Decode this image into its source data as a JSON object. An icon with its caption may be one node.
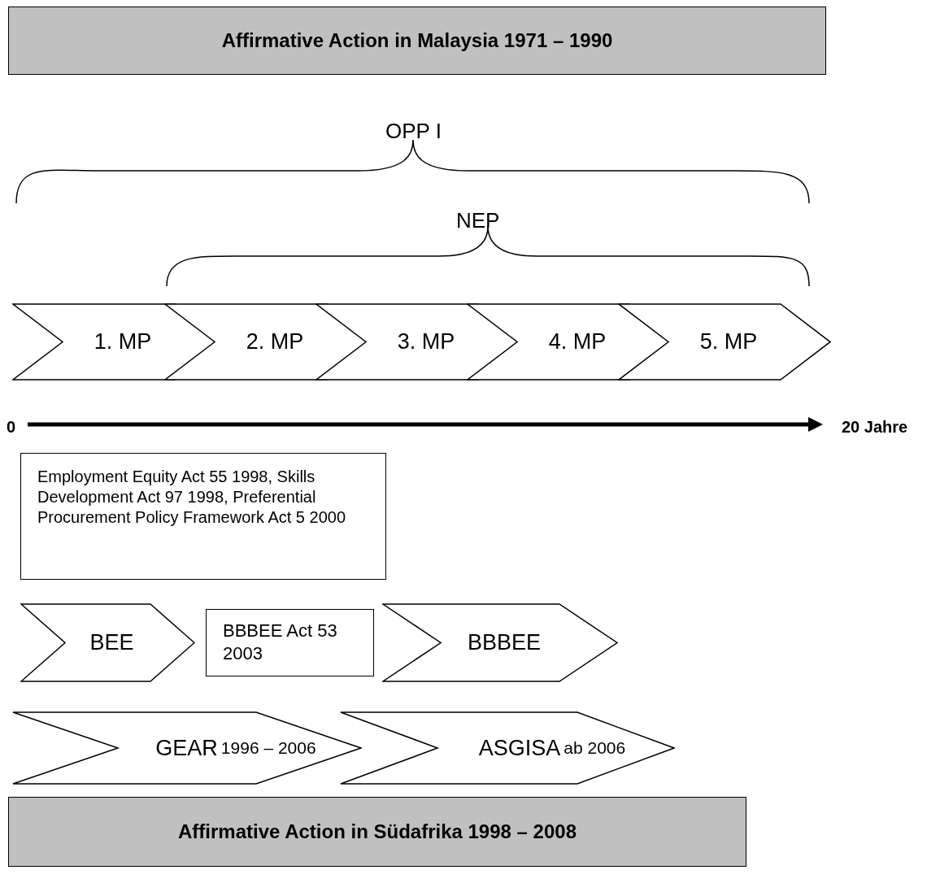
{
  "diagram": {
    "nodes": [
      {
        "text": [
          "Affirmative Action in Malaysia 1971 – 1990"
        ]
      },
      {
        "text": [
          "1. MP"
        ]
      },
      {
        "text": [
          "2. MP"
        ]
      },
      {
        "text": [
          "3. MP"
        ]
      },
      {
        "text": [
          "4. MP"
        ]
      },
      {
        "text": [
          "5. MP"
        ]
      },
      {
        "text": [
          "Employment Equity Act 55 1998, Skills Development Act 97 1998, Preferential Procurement Policy Framework Act 5 2000"
        ]
      },
      {
        "text": [
          "BEE"
        ]
      },
      {
        "text": [
          "BBBEE Act 53 2003"
        ]
      },
      {
        "text": [
          "BBBEE"
        ]
      },
      {
        "text": [
          "GEAR",
          "1996 – 2006"
        ]
      },
      {
        "text": [
          "ASGISA",
          "ab 2006"
        ]
      },
      {
        "text": [
          "Affirmative Action in Südafrika 1998 – 2008"
        ]
      }
    ],
    "labels": [
      "OPP I",
      "NEP",
      "0",
      "20 Jahre"
    ]
  }
}
